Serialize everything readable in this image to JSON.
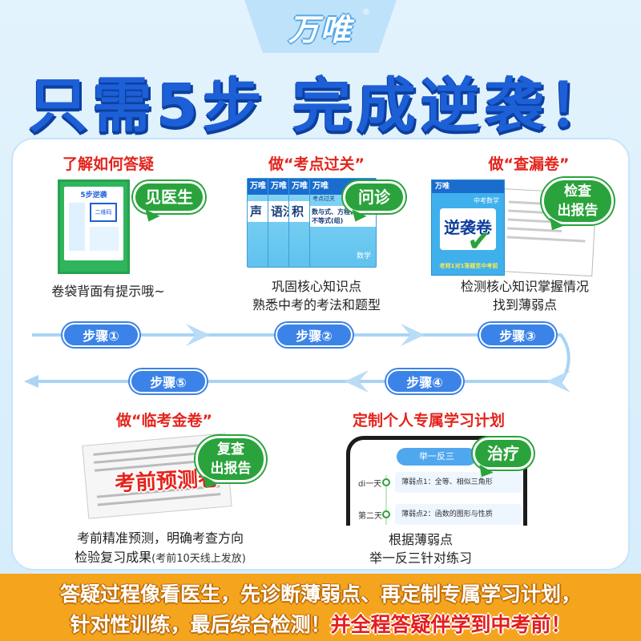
{
  "brand": {
    "logo": "万唯",
    "reg_mark": "®"
  },
  "headline": "只需5步 完成逆袭！",
  "steps": {
    "s1": {
      "title": "了解如何答疑",
      "bubble": "见医生",
      "desc": "卷袋背面有提示哦~",
      "poster_title": "5步逆袭",
      "poster_label": "二维码"
    },
    "s2": {
      "title": "做“考点过关”",
      "bubble": "问诊",
      "desc1": "巩固核心知识点",
      "desc2": "熟悉中考的考法和题型",
      "books": [
        {
          "head": "万唯",
          "band": "声"
        },
        {
          "head": "万唯",
          "band": "语法"
        },
        {
          "head": "万唯",
          "band": "积"
        },
        {
          "head": "万唯",
          "band": "数与式、方程(组)与不等式(组)",
          "sub": "考点过关",
          "subject": "数学"
        }
      ]
    },
    "s3": {
      "title": "做“查漏卷”",
      "bubble1": "检查",
      "bubble2": "出报告",
      "desc1": "检测核心知识掌握情况",
      "desc2": "找到薄弱点",
      "book_brand": "万唯",
      "book_subject": "中考数学",
      "book_title": "逆袭卷",
      "book_foot": "老师1对1答疑至中考前"
    },
    "s4": {
      "title": "定制个人专属学习计划",
      "bubble": "治疗",
      "desc1": "根据薄弱点",
      "desc2": "举一反三针对练习",
      "phone_header": "举一反三",
      "plan": [
        {
          "day": "di一天",
          "text": "薄弱点1：全等、相似三角形"
        },
        {
          "day": "第二天",
          "text": "薄弱点2：函数的图形与性质"
        }
      ]
    },
    "s5": {
      "title": "做“临考金卷”",
      "bubble1": "复查",
      "bubble2": "出报告",
      "stamp": "考前预测卷",
      "desc1": "考前精准预测，明确考查方向",
      "desc2": "检验复习成果",
      "desc2_small": "(考前10天线上发放)"
    }
  },
  "pills": [
    "步骤①",
    "步骤②",
    "步骤③",
    "步骤④",
    "步骤⑤"
  ],
  "footer": {
    "line1": "答疑过程像看医生，先诊断薄弱点、再定制专属学习计划，",
    "line2_a": "针对性训练，最后综合检测！",
    "line2_b": "并全程答疑伴学到中考前！"
  },
  "colors": {
    "headline_blue": "#1d5fd6",
    "step_red": "#e4241c",
    "bubble_green": "#2aa33c",
    "pill_blue": "#3b83e8",
    "footer_orange": "#f5a51d"
  }
}
